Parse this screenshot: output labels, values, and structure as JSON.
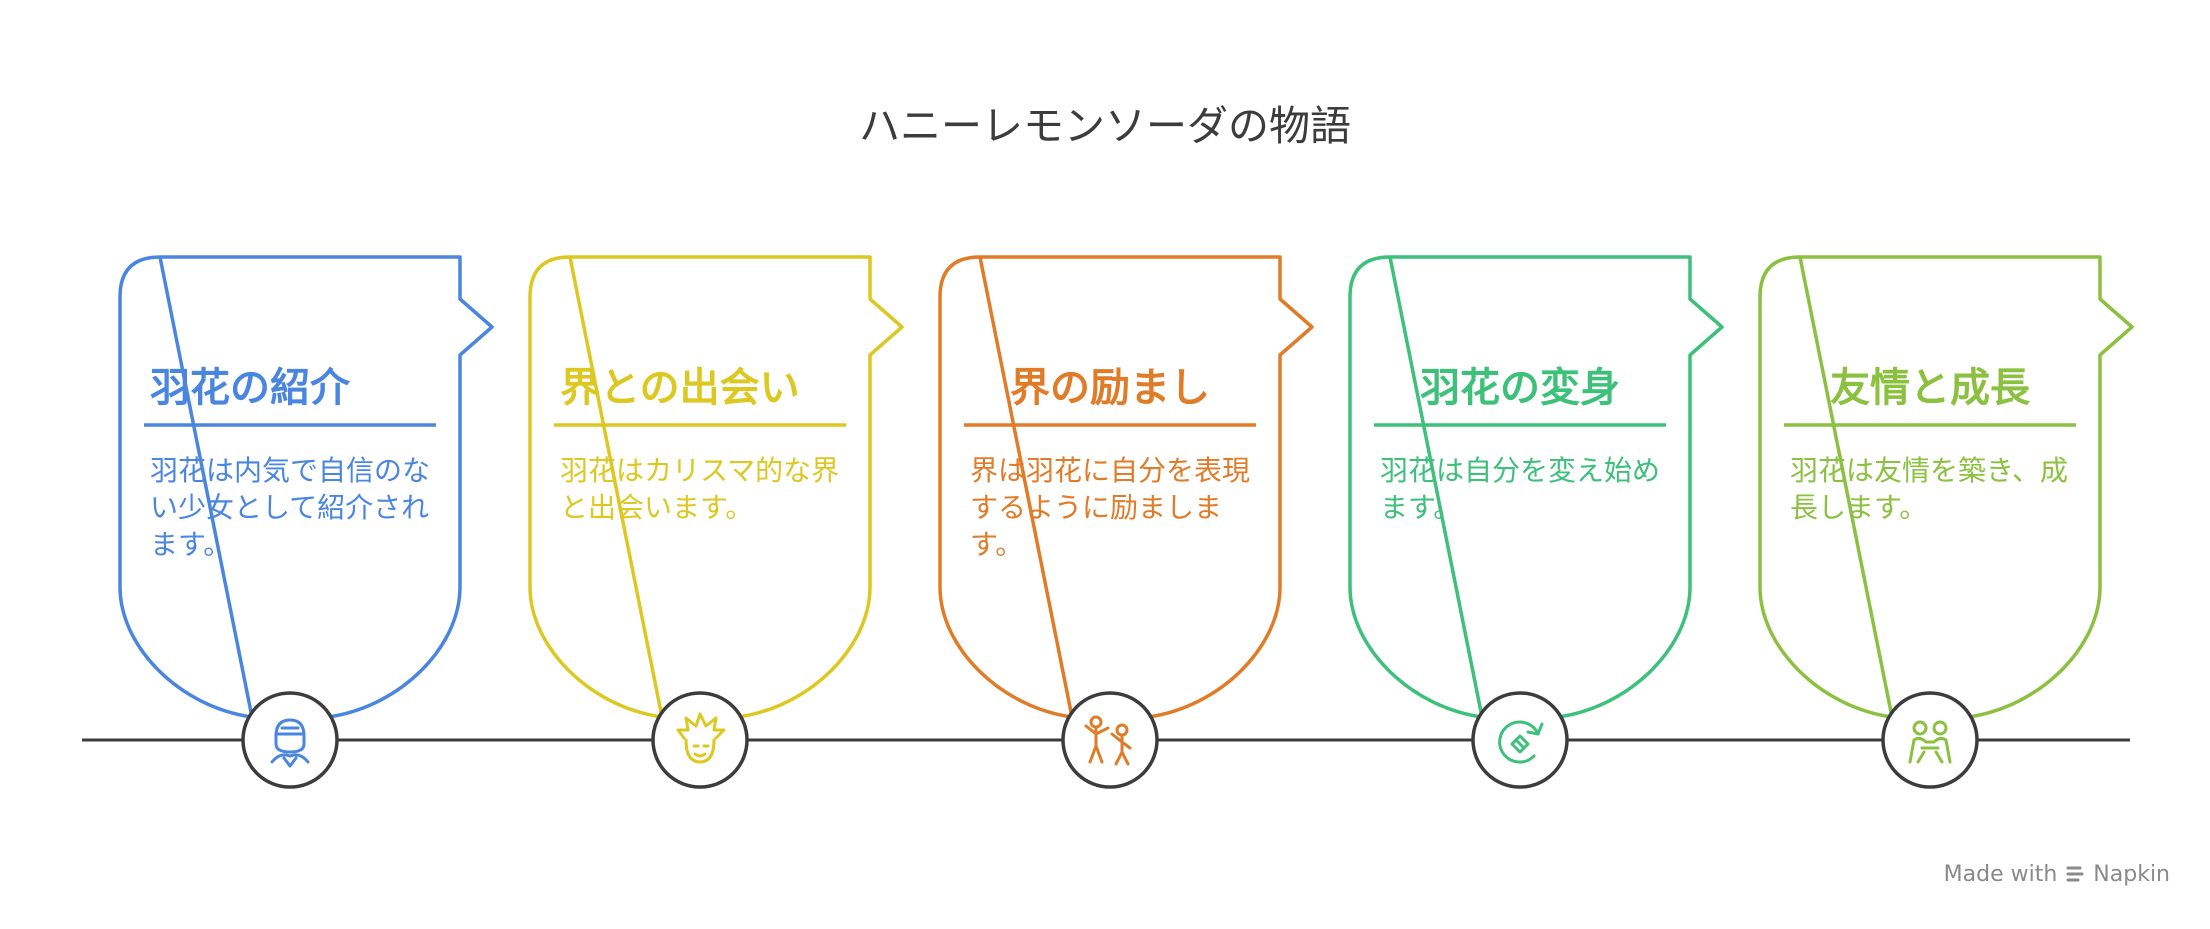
{
  "title": "ハニーレモンソーダの物語",
  "cards": [
    {
      "title": "羽花の紹介",
      "description": "羽花は内気で自信のない少女として紹介されます。",
      "color": "#4a86e0",
      "icon": "shy-girl-icon",
      "title_align": "left"
    },
    {
      "title": "界との出会い",
      "description": "羽花はカリスマ的な界と出会います。",
      "color": "#dcc820",
      "icon": "spiky-hair-boy-icon",
      "title_align": "left"
    },
    {
      "title": "界の励まし",
      "description": "界は羽花に自分を表現するように励まします。",
      "color": "#e07b28",
      "icon": "encouraging-people-icon",
      "title_align": "center"
    },
    {
      "title": "羽花の変身",
      "description": "羽花は自分を変え始めます。",
      "color": "#3cc07a",
      "icon": "transformation-cycle-icon",
      "title_align": "center"
    },
    {
      "title": "友情と成長",
      "description": "羽花は友情を築き、成長します。",
      "color": "#8cc040",
      "icon": "friends-hug-icon",
      "title_align": "center"
    }
  ],
  "watermark": {
    "prefix": "Made with",
    "brand": "Napkin",
    "color": "#8a8a8a"
  },
  "timeline_color": "#3c3c3c"
}
